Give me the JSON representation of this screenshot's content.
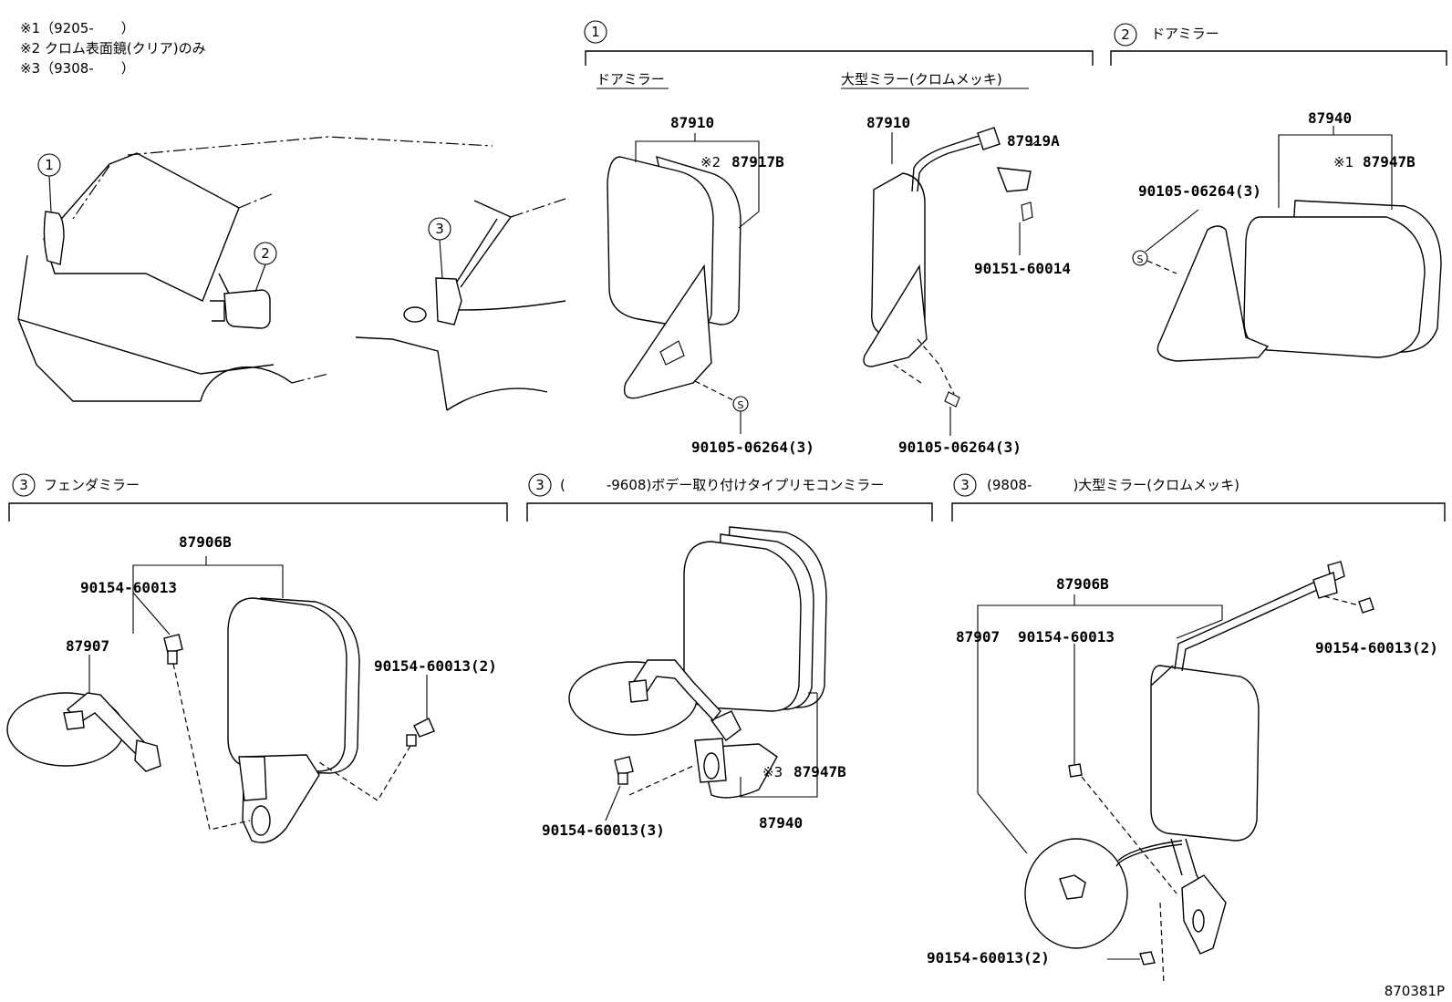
{
  "notes": [
    "※1（9205-　　）",
    "※2 クロム表面鏡(クリア)のみ",
    "※3（9308-　　）"
  ],
  "sections": {
    "s1": {
      "num": "1",
      "title": ""
    },
    "s1_sub_a": {
      "title": "ドアミラー"
    },
    "s1_sub_b": {
      "title": "大型ミラー(クロムメッキ)"
    },
    "s2": {
      "num": "2",
      "title": "ドアミラー"
    },
    "s3a": {
      "num": "3",
      "title": "フェンダミラー"
    },
    "s3b": {
      "num": "3",
      "title": "(　　　-9608)ボデー取り付けタイプリモコンミラー"
    },
    "s3c": {
      "num": "3",
      "title": "(9808-　　　)大型ミラー(クロムメッキ)"
    }
  },
  "vehicle_callouts": [
    "1",
    "2",
    "3"
  ],
  "screw_symbol": "S",
  "parts": {
    "p_87910_a": "87910",
    "p_87917B": "87917B",
    "mark_2": "※2",
    "p_9010506264_a": "90105-06264(3)",
    "p_87910_b": "87910",
    "p_87919A": "87919A",
    "p_9015160014": "90151-60014",
    "p_9010506264_b": "90105-06264(3)",
    "p_87940_a": "87940",
    "mark_1": "※1",
    "p_87947B_a": "87947B",
    "p_9010506264_c": "90105-06264(3)",
    "p_87906B_a": "87906B",
    "p_9015460013_a": "90154-60013",
    "p_87907_a": "87907",
    "p_9015460013_2a": "90154-60013(2)",
    "mark_3": "※3",
    "p_87947B_b": "87947B",
    "p_87940_b": "87940",
    "p_9015460013_3": "90154-60013(3)",
    "p_87906B_b": "87906B",
    "p_87907_b": "87907",
    "p_9015460013_b": "90154-60013",
    "p_9015460013_2b": "90154-60013(2)",
    "p_9015460013_2c": "90154-60013(2)"
  },
  "diagram_id": "870381P"
}
